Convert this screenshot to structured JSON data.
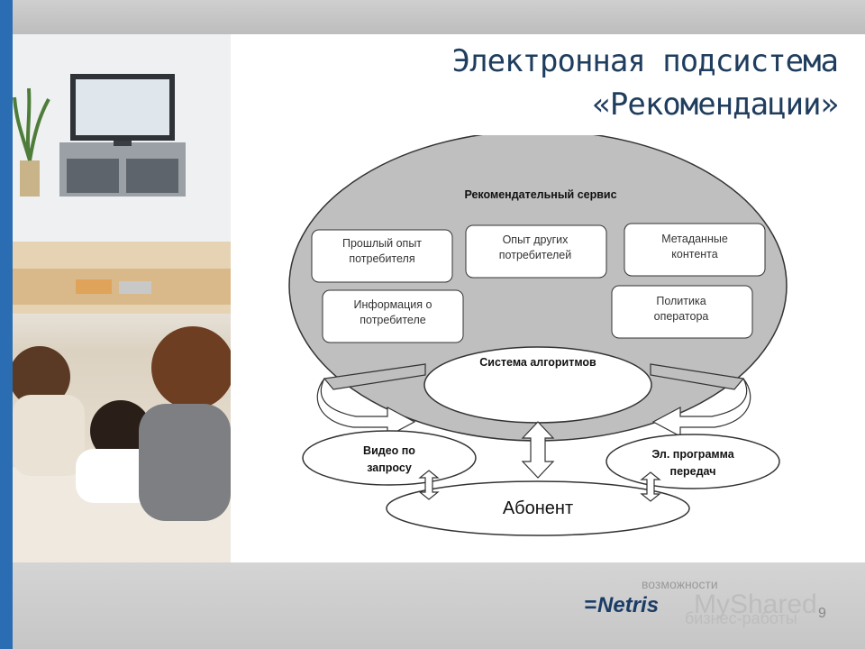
{
  "slide": {
    "title_line1": "Электронная подсистема",
    "title_line2": "«Рекомендации»"
  },
  "diagram": {
    "big_ellipse_label": "Рекомендательный сервис",
    "boxes": {
      "past_experience": [
        "Прошлый опыт",
        "потребителя"
      ],
      "others_experience": [
        "Опыт других",
        "потребителей"
      ],
      "metadata": [
        "Метаданные",
        "контента"
      ],
      "consumer_info": [
        "Информация о",
        "потребителе"
      ],
      "operator_policy": [
        "Политика",
        "оператора"
      ]
    },
    "algorithms": "Система алгоритмов",
    "vod": [
      "Видео по",
      "запросу"
    ],
    "epg": [
      "Эл. программа",
      "передач"
    ],
    "subscriber": "Абонент"
  },
  "footer": {
    "logo_text": "Netris",
    "watermark_top": "возможности",
    "watermark_main": "MyShared",
    "watermark_bottom": "бизнес-работы",
    "page_number": "9"
  }
}
